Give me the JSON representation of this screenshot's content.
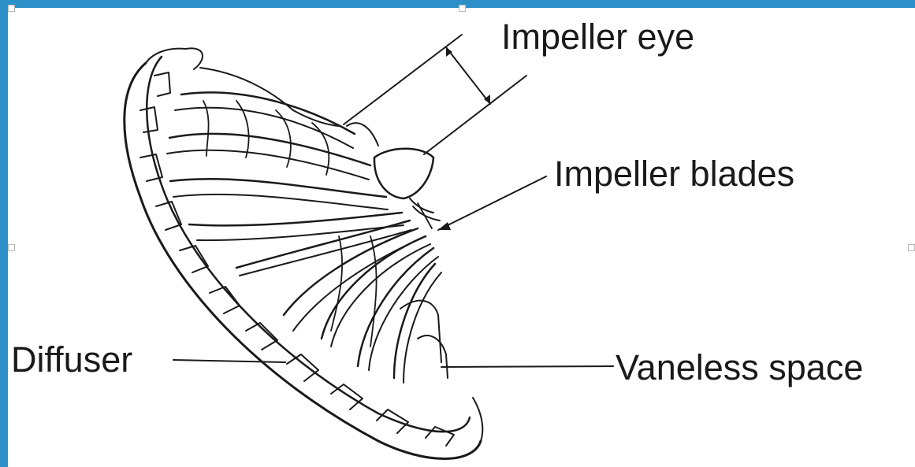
{
  "diagram": {
    "labels": {
      "impeller_eye": "Impeller eye",
      "impeller_blades": "Impeller blades",
      "diffuser": "Diffuser",
      "vaneless_space": "Vaneless space"
    }
  },
  "colors": {
    "frame": "#2d8fc8",
    "ink": "#1a1a1a",
    "background": "#ffffff"
  }
}
